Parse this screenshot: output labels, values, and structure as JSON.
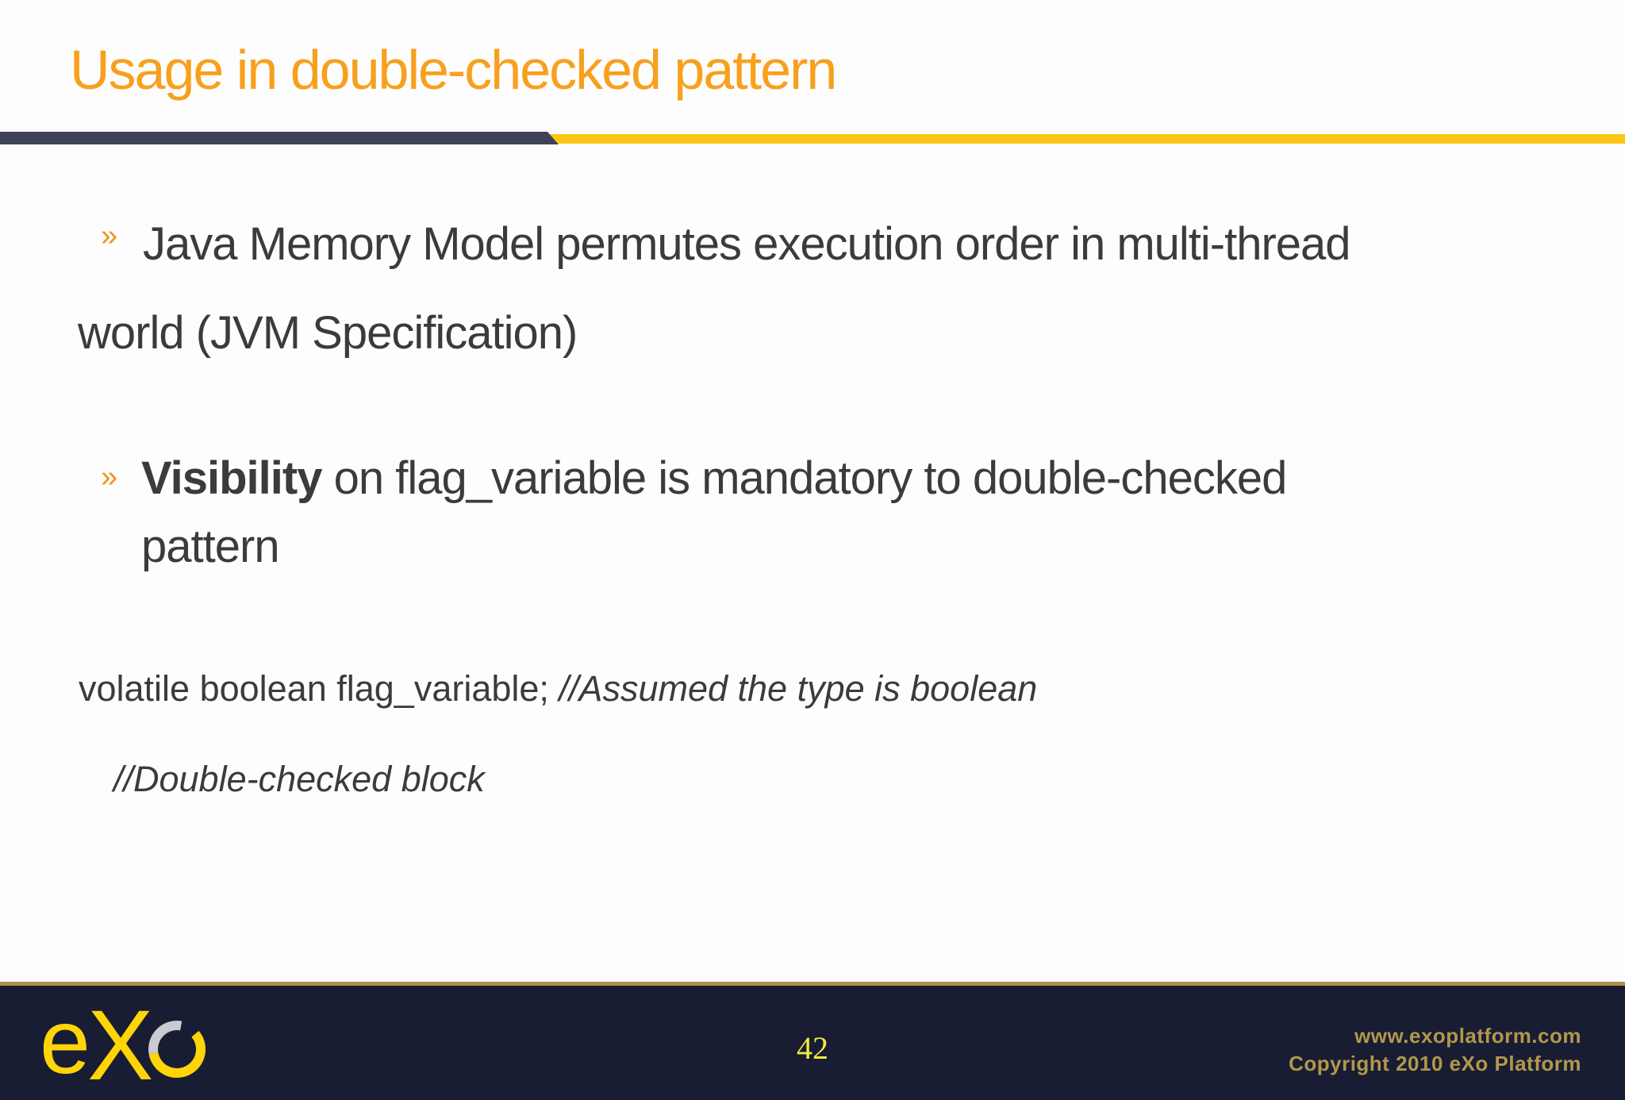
{
  "slide": {
    "title": "Usage in double-checked pattern",
    "bullets": [
      {
        "marker": "»",
        "lines": [
          "Java Memory Model permutes execution order in multi-thread",
          "world (JVM Specification)"
        ]
      },
      {
        "marker": "»",
        "bold_text": "Visibility",
        "text_after_bold": " on flag_variable is mandatory to double-checked",
        "line2": "pattern"
      }
    ],
    "code": {
      "statement": "volatile boolean flag_variable; ",
      "inline_comment": "//Assumed the type is boolean",
      "block_comment": "//Double-checked block"
    }
  },
  "footer": {
    "logo": {
      "name": "eXo",
      "e": "e",
      "x": "X"
    },
    "page_number": "42",
    "website": "www.exoplatform.com",
    "copyright": "Copyright 2010 eXo Platform"
  },
  "colors": {
    "title_orange": "#F8A01D",
    "bullet_marker_orange": "#F0941F",
    "body_text": "#3B3B3D",
    "divider_navy": "#3E4357",
    "divider_gold": "#FDC513",
    "footer_background": "#181D33",
    "footer_gold_line": "#AD9148",
    "logo_yellow": "#FFD408",
    "logo_gray": "#C9CBD0",
    "page_number_yellow": "#F2E93B",
    "footer_text_gold": "#B3974A"
  }
}
